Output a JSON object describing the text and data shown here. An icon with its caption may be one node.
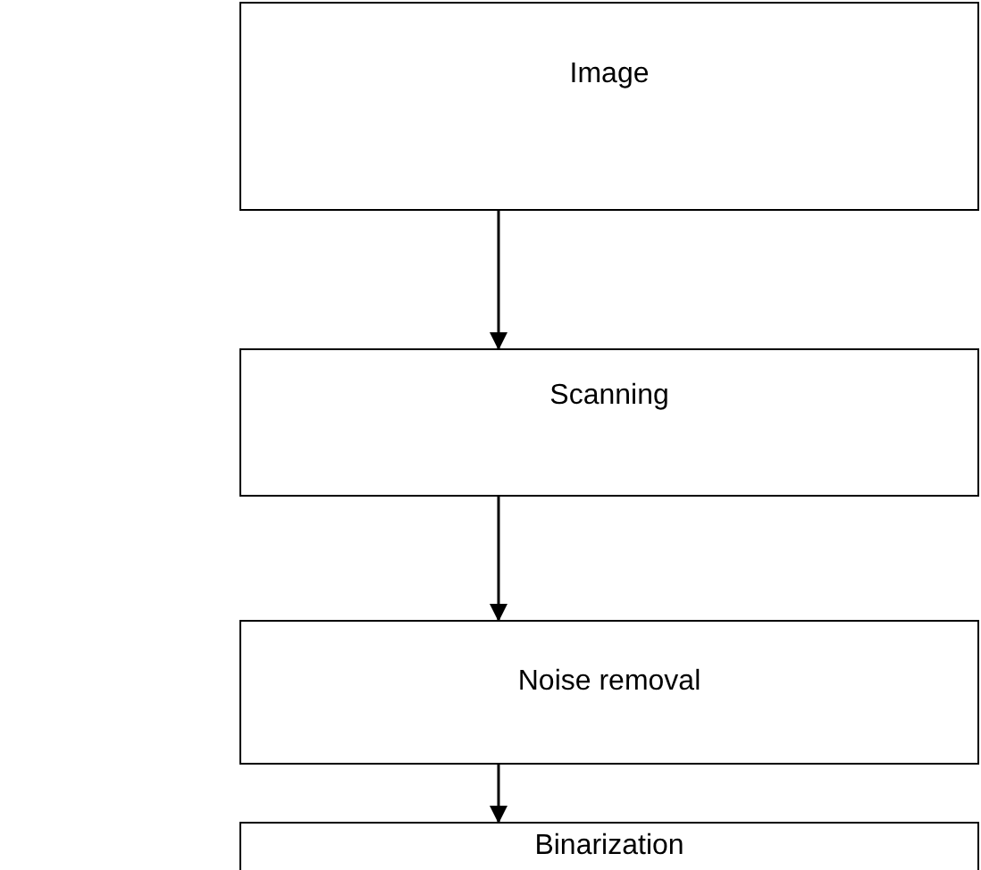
{
  "diagram": {
    "nodes": [
      {
        "text": [
          "Image"
        ]
      },
      {
        "text": [
          "Scanning"
        ]
      },
      {
        "text": [
          "Noise removal"
        ]
      },
      {
        "text": [
          "Binarization"
        ]
      }
    ],
    "edges": [
      {
        "from": 0,
        "to": 1,
        "arrow": "to"
      },
      {
        "from": 1,
        "to": 2,
        "arrow": "to"
      },
      {
        "from": 2,
        "to": 3,
        "arrow": "to"
      }
    ]
  }
}
